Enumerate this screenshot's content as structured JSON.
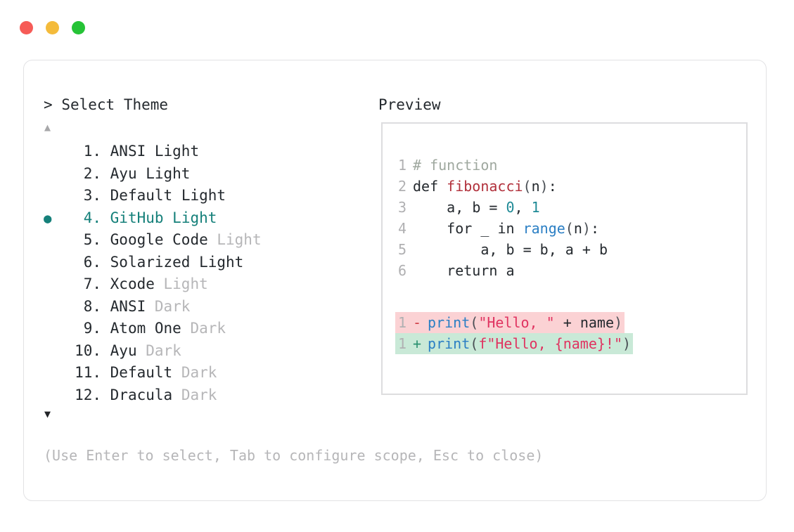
{
  "window": {
    "dots": [
      {
        "name": "close",
        "color": "#f65b57"
      },
      {
        "name": "minimize",
        "color": "#f4bb3b"
      },
      {
        "name": "maximize",
        "color": "#25c336"
      }
    ]
  },
  "prompt": {
    "caret": ">",
    "title": "Select Theme",
    "scroll_up": "▲",
    "scroll_down": "▼",
    "bullet": "●"
  },
  "preview": {
    "header": "Preview"
  },
  "theme_list": {
    "selected_index": 4,
    "items": [
      {
        "index": "1.",
        "name": "ANSI",
        "variant": "Light",
        "variant_dim": false
      },
      {
        "index": "2.",
        "name": "Ayu",
        "variant": "Light",
        "variant_dim": false
      },
      {
        "index": "3.",
        "name": "Default",
        "variant": "Light",
        "variant_dim": false
      },
      {
        "index": "4.",
        "name": "GitHub",
        "variant": "Light",
        "variant_dim": false
      },
      {
        "index": "5.",
        "name": "Google Code",
        "variant": "Light",
        "variant_dim": true
      },
      {
        "index": "6.",
        "name": "Solarized",
        "variant": "Light",
        "variant_dim": false
      },
      {
        "index": "7.",
        "name": "Xcode",
        "variant": "Light",
        "variant_dim": true
      },
      {
        "index": "8.",
        "name": "ANSI",
        "variant": "Dark",
        "variant_dim": true
      },
      {
        "index": "9.",
        "name": "Atom One",
        "variant": "Dark",
        "variant_dim": true
      },
      {
        "index": "10.",
        "name": "Ayu",
        "variant": "Dark",
        "variant_dim": true
      },
      {
        "index": "11.",
        "name": "Default",
        "variant": "Dark",
        "variant_dim": true
      },
      {
        "index": "12.",
        "name": "Dracula",
        "variant": "Dark",
        "variant_dim": true
      }
    ]
  },
  "code": {
    "lines": [
      {
        "no": "1",
        "text": "# function"
      },
      {
        "no": "2",
        "text": "def fibonacci(n):"
      },
      {
        "no": "3",
        "text": "    a, b = 0, 1"
      },
      {
        "no": "4",
        "text": "    for _ in range(n):"
      },
      {
        "no": "5",
        "text": "        a, b = b, a + b"
      },
      {
        "no": "6",
        "text": "    return a"
      }
    ]
  },
  "diff": {
    "removed": {
      "no": "1",
      "sign": "-",
      "text": "print(\"Hello, \" + name)"
    },
    "added": {
      "no": "1",
      "sign": "+",
      "text": "print(f\"Hello, {name}!\")"
    }
  },
  "footer": {
    "hint": "(Use Enter to select, Tab to configure scope, Esc to close)"
  },
  "colors": {
    "accent_teal": "#15807a",
    "dim_gray": "#b6b6b8",
    "text": "#24292e",
    "diff_removed_bg": "#fbd2d4",
    "diff_added_bg": "#c9e9d7",
    "card_border": "#e2e2e4",
    "panel_border": "#dddddf"
  }
}
